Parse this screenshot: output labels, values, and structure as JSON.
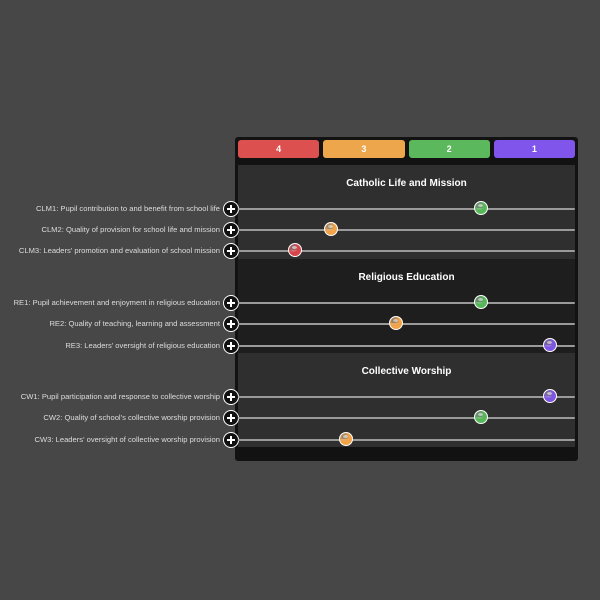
{
  "grades": [
    {
      "label": "4",
      "color": "#dc5150"
    },
    {
      "label": "3",
      "color": "#eda64b"
    },
    {
      "label": "2",
      "color": "#5cb85c"
    },
    {
      "label": "1",
      "color": "#8055ec"
    }
  ],
  "colors": {
    "4": "#d9434a",
    "3": "#f2a347",
    "2": "#57b85a",
    "1": "#7f55e6"
  },
  "sections": [
    {
      "title": "Catholic Life and Mission",
      "items": [
        {
          "label": "CLM1: Pupil contribution to and benefit from school life",
          "grade": "2",
          "value": 0.72
        },
        {
          "label": "CLM2: Quality of provision for school life and mission",
          "grade": "3",
          "value": 0.275
        },
        {
          "label": "CLM3: Leaders' promotion and evaluation of school mission",
          "grade": "4",
          "value": 0.17
        }
      ]
    },
    {
      "title": "Religious Education",
      "items": [
        {
          "label": "RE1: Pupil achievement and enjoyment in religious education",
          "grade": "2",
          "value": 0.72
        },
        {
          "label": "RE2: Quality of teaching, learning and assessment",
          "grade": "3",
          "value": 0.47
        },
        {
          "label": "RE3: Leaders' oversight of religious education",
          "grade": "1",
          "value": 0.925
        }
      ]
    },
    {
      "title": "Collective Worship",
      "items": [
        {
          "label": "CW1: Pupil participation and response to collective worship",
          "grade": "1",
          "value": 0.925
        },
        {
          "label": "CW2: Quality of school's collective worship provision",
          "grade": "2",
          "value": 0.72
        },
        {
          "label": "CW3: Leaders' oversight of collective worship provision",
          "grade": "3",
          "value": 0.32
        }
      ]
    }
  ]
}
